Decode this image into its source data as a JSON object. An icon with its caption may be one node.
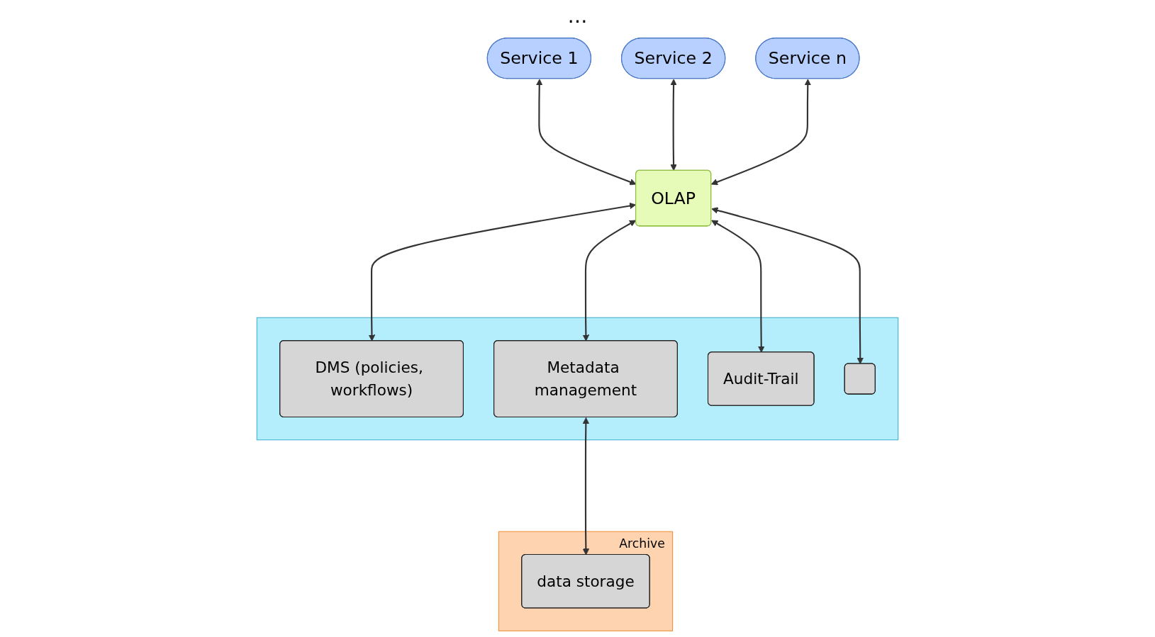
{
  "diagram": {
    "nodes": [
      {
        "text": [
          "Service 1"
        ]
      },
      {
        "text": [
          "Service 2"
        ]
      },
      {
        "text": [
          "Service n"
        ]
      },
      {
        "text": [
          "OLAP"
        ]
      },
      {
        "text": [],
        "shape": "box"
      },
      {
        "text": [
          "DMS (policies, workflows)"
        ],
        "in": 4
      },
      {
        "text": [
          "Metadata management"
        ],
        "in": 4
      },
      {
        "text": [
          "Audit-Trail"
        ],
        "in": 4
      },
      {
        "text": [],
        "shape": "box",
        "in": 4
      },
      {
        "text": [
          "Archive"
        ]
      },
      {
        "text": [
          "data storage"
        ],
        "in": 9
      }
    ],
    "edges": [
      {
        "from": 0,
        "to": 3,
        "arrow": "both"
      },
      {
        "from": 1,
        "to": 3,
        "arrow": "both"
      },
      {
        "from": 2,
        "to": 3,
        "arrow": "both"
      },
      {
        "from": 3,
        "to": 5,
        "arrow": "both"
      },
      {
        "from": 3,
        "to": 6,
        "arrow": "both"
      },
      {
        "from": 3,
        "to": 7,
        "arrow": "both"
      },
      {
        "from": 3,
        "to": 8,
        "arrow": "both"
      },
      {
        "from": 6,
        "to": 10,
        "arrow": "both"
      }
    ],
    "labels": [
      "…"
    ]
  }
}
